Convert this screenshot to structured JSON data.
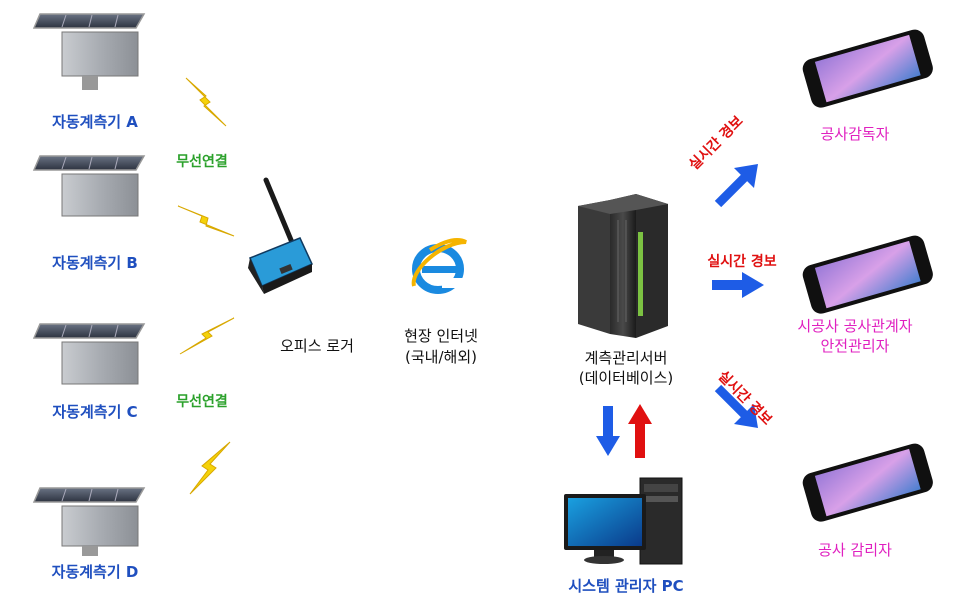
{
  "devices": [
    {
      "label": "자동계측기 A"
    },
    {
      "label": "자동계측기 B"
    },
    {
      "label": "자동계측기 C"
    },
    {
      "label": "자동계측기 D"
    }
  ],
  "wireless": [
    "무선연결",
    "무선연결"
  ],
  "logger": {
    "label": "오피스 로거"
  },
  "internet": {
    "line1": "현장 인터넷",
    "line2": "(국내/해외)"
  },
  "server": {
    "line1": "계측관리서버",
    "line2": "(데이터베이스)"
  },
  "admin_pc": {
    "label": "시스템 관리자 PC"
  },
  "alerts": [
    "실시간 경보",
    "실시간 경보",
    "실시간 경보"
  ],
  "receivers": [
    {
      "line1": "공사감독자",
      "line2": ""
    },
    {
      "line1": "시공사 공사관계자",
      "line2": "안전관리자"
    },
    {
      "line1": "공사 감리자",
      "line2": ""
    }
  ],
  "colors": {
    "device_label": "#1f4fbf",
    "wireless": "#2ba12b",
    "alert": "#e01010",
    "receiver": "#e020c0",
    "arrow_blue": "#1e5ce6",
    "arrow_red": "#e01010",
    "bolt": "#f5d20a"
  }
}
